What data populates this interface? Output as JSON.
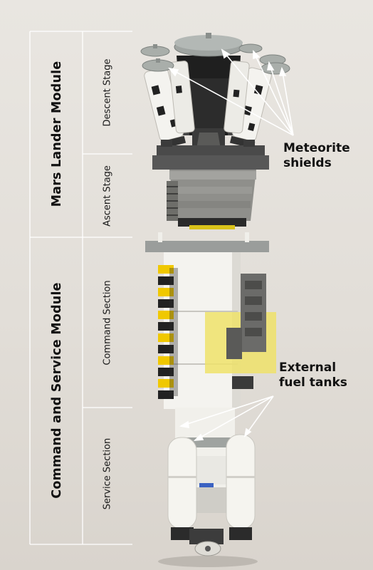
{
  "modules": [
    {
      "label": "Mars Lander Module",
      "sections": [
        {
          "label": "Descent Stage"
        },
        {
          "label": "Ascent Stage"
        }
      ]
    },
    {
      "label": "Command and Service Module",
      "sections": [
        {
          "label": "Command Section"
        },
        {
          "label": "Service Section"
        }
      ]
    }
  ],
  "callouts": {
    "meteorite": {
      "line1": "Meteorite",
      "line2": "shields"
    },
    "fuel": {
      "line1": "External",
      "line2": "fuel tanks"
    }
  },
  "colors": {
    "background": "#e6e2dc",
    "ink": "#111111",
    "arrow": "#ffffff",
    "hull_white": "#f4f3ef",
    "hull_grey": "#8e8e8a",
    "dark_grey": "#4a4a4a",
    "black": "#1d1d1d",
    "yellow": "#f0d200",
    "shield": "#a9aeaa"
  }
}
